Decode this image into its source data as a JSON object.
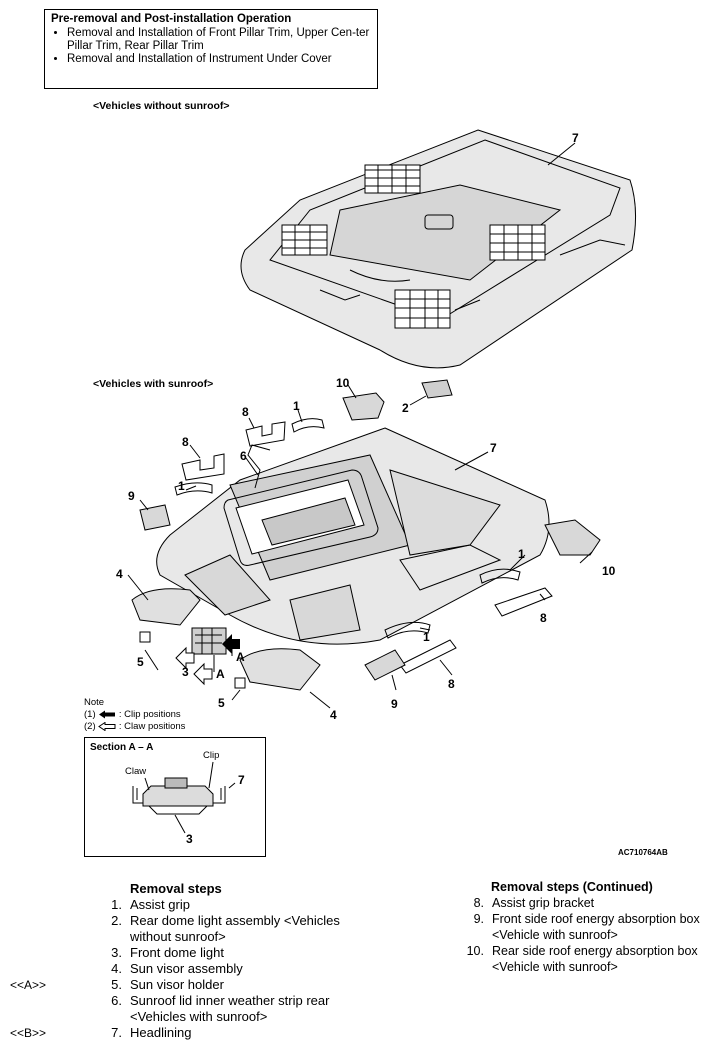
{
  "pre": {
    "title": "Pre-removal and Post-installation Operation",
    "items": [
      "Removal and Installation of Front Pillar Trim, Upper Cen-ter Pillar Trim, Rear Pillar Trim",
      "Removal and Installation of Instrument Under Cover"
    ]
  },
  "captions": {
    "without_sunroof": "<Vehicles without sunroof>",
    "with_sunroof": "<Vehicles with sunroof>"
  },
  "callouts": {
    "n1": "1",
    "n2": "2",
    "n3": "3",
    "n4": "4",
    "n5": "5",
    "n6": "6",
    "n7": "7",
    "n8": "8",
    "n9": "9",
    "n10": "10",
    "A": "A"
  },
  "note": {
    "title": "Note",
    "line1": "(1)",
    "line1_text": ": Clip positions",
    "line2": "(2)",
    "line2_text": ": Claw positions"
  },
  "section": {
    "title": "Section A – A",
    "claw": "Claw",
    "clip": "Clip",
    "n7": "7",
    "n3": "3"
  },
  "figure_code": "AC710764AB",
  "removal_left": {
    "heading": "Removal steps",
    "steps": [
      {
        "n": "1.",
        "text": "Assist grip",
        "cont": ""
      },
      {
        "n": "2.",
        "text": "Rear dome light assembly <Vehicles",
        "cont": "without sunroof>"
      },
      {
        "n": "3.",
        "text": "Front dome light",
        "cont": ""
      },
      {
        "n": "4.",
        "text": "Sun visor assembly",
        "cont": ""
      },
      {
        "n": "5.",
        "text": "Sun visor holder",
        "cont": ""
      },
      {
        "n": "6.",
        "text": "Sunroof lid inner weather strip rear",
        "cont": "<Vehicles with sunroof>"
      },
      {
        "n": "7.",
        "text": "Headlining",
        "cont": ""
      }
    ]
  },
  "removal_right": {
    "heading": "Removal steps (Continued)",
    "steps": [
      {
        "n": "8.",
        "text": "Assist grip bracket",
        "cont": ""
      },
      {
        "n": "9.",
        "text": "Front side roof energy absorption box",
        "cont": "<Vehicle with sunroof>"
      },
      {
        "n": "10.",
        "text": "Rear side roof energy absorption box",
        "cont": "<Vehicle with sunroof>"
      }
    ]
  },
  "tags": {
    "a": "<<A>>",
    "a_letter": "A",
    "b": "<<B>>",
    "b_letter": "B"
  }
}
